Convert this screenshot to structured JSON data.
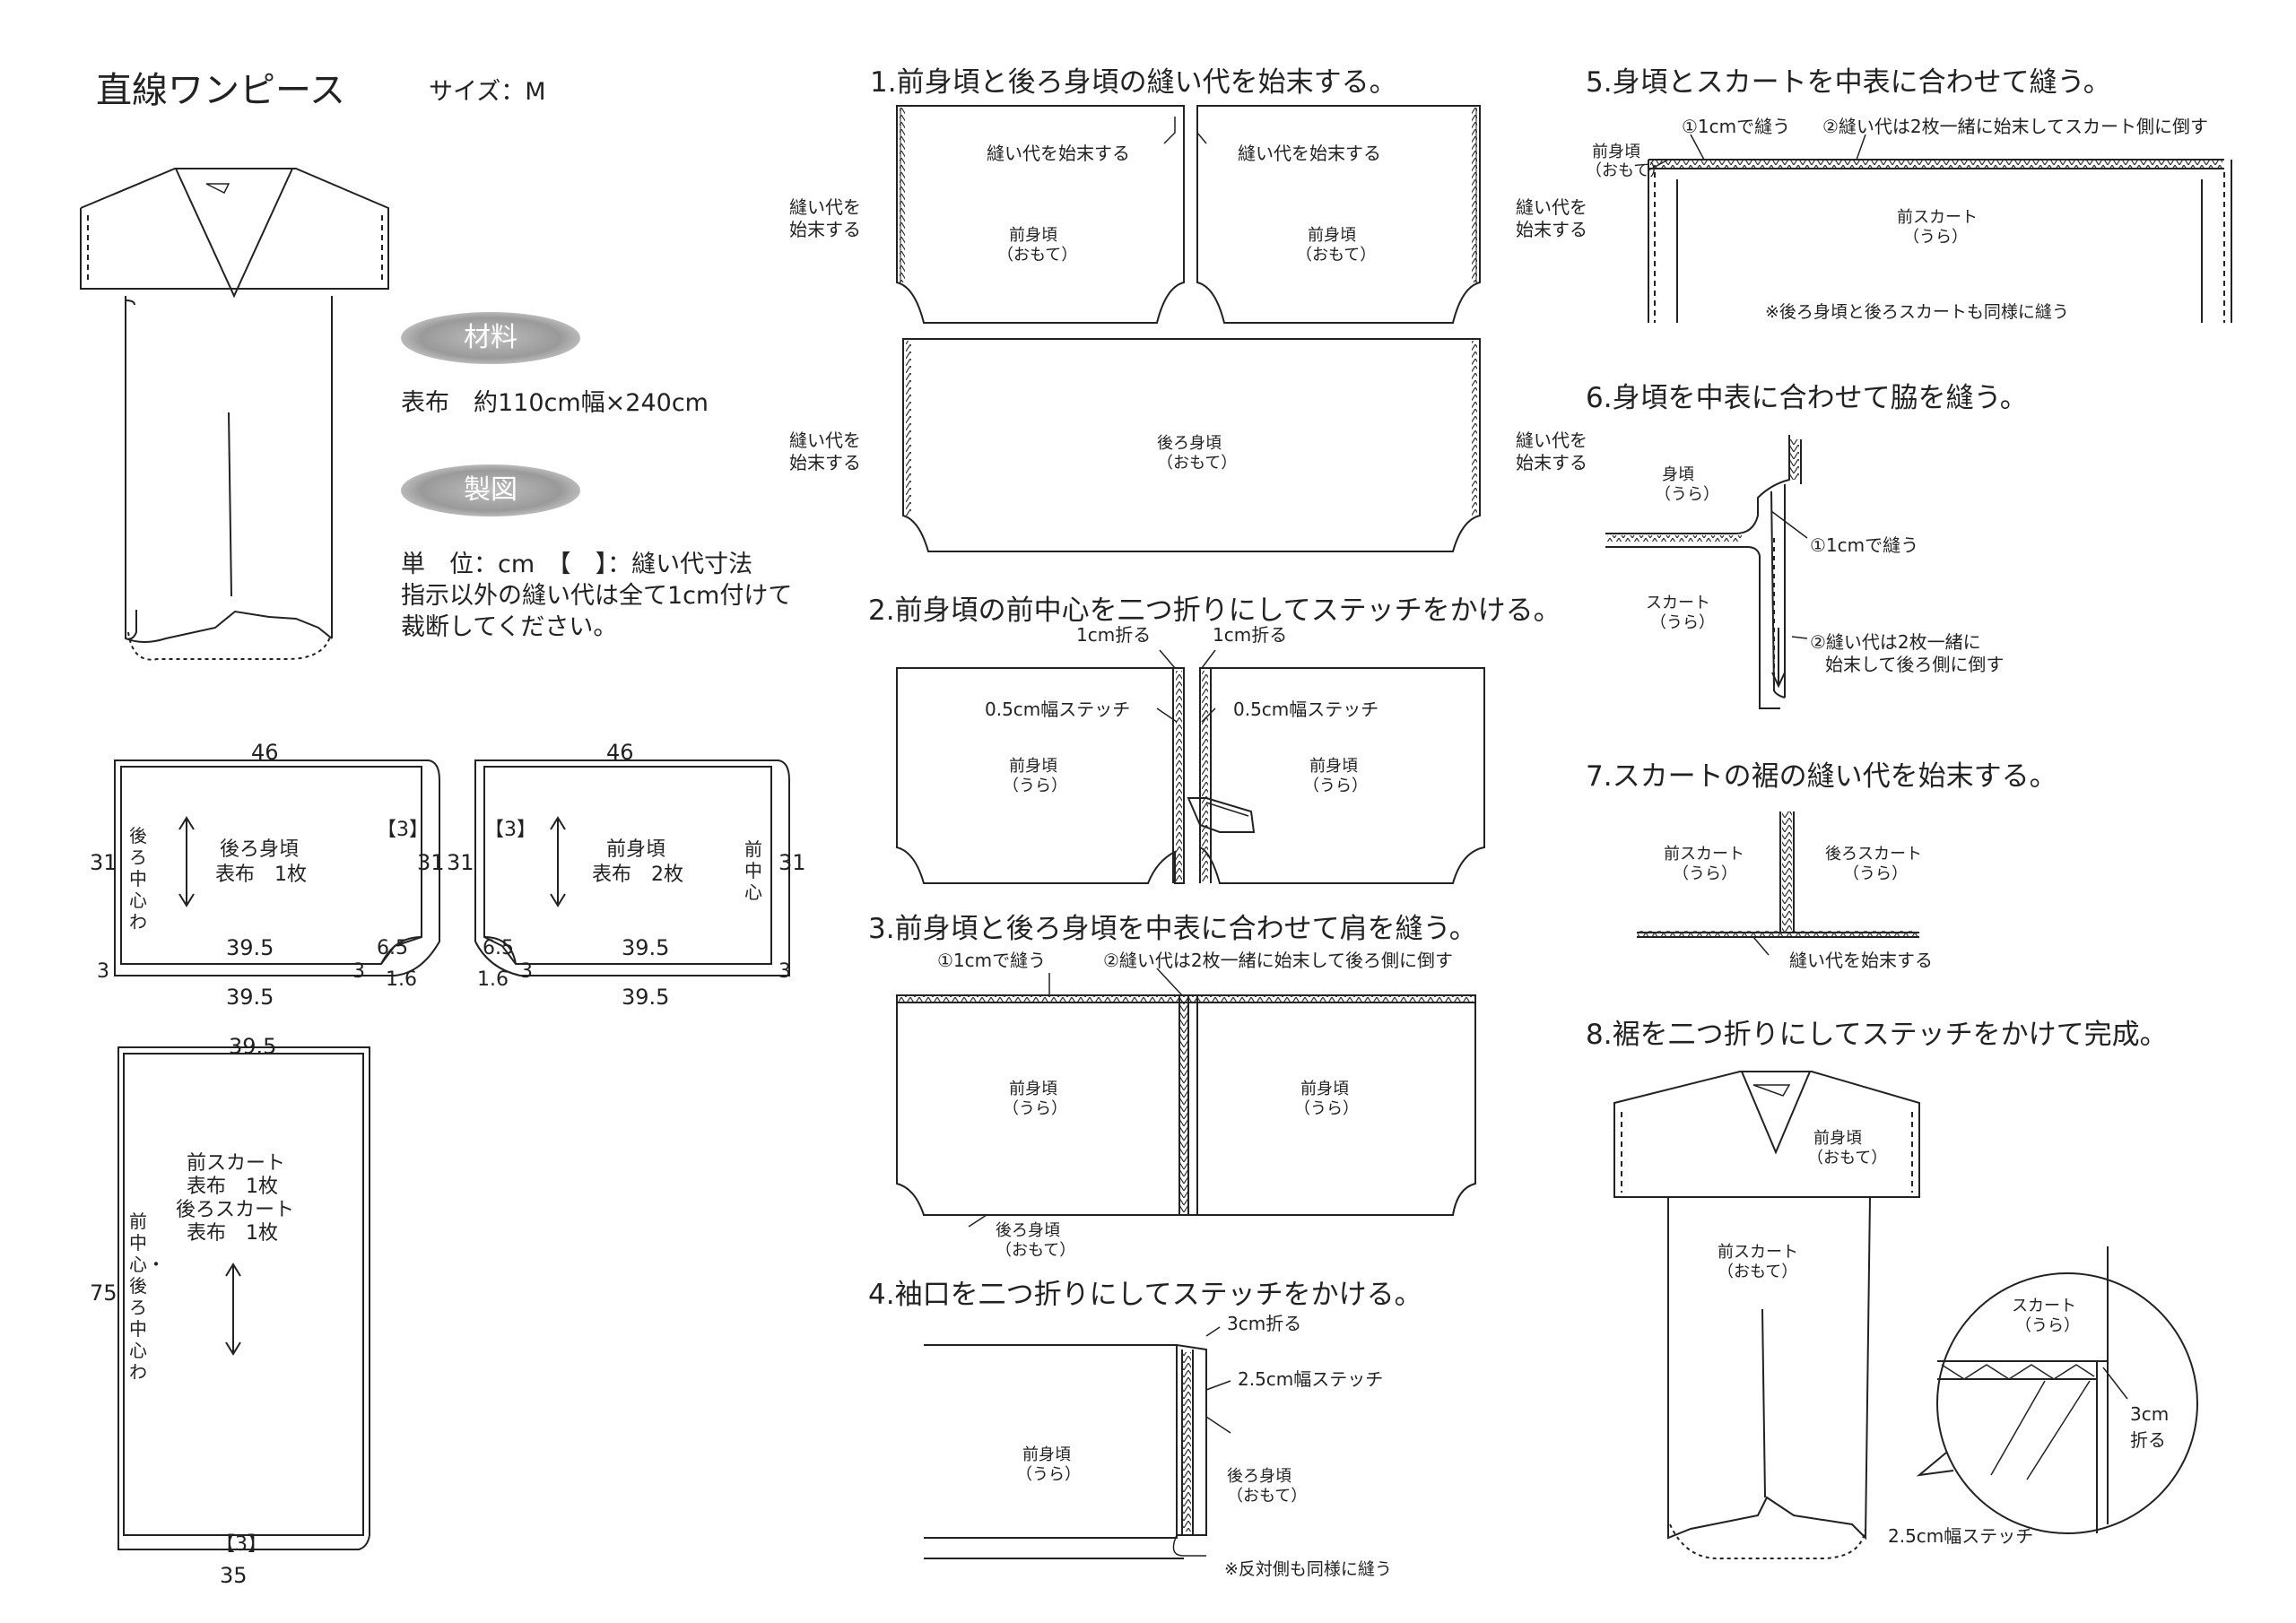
{
  "document": {
    "title": "直線ワンピース",
    "size": "サイズ：M",
    "badges": {
      "material": "材料",
      "drafting": "製図"
    },
    "material_text": "表布　約110cm幅×240cm",
    "unit_lines": [
      "単　位：cm　【　】：縫い代寸法",
      "指示以外の縫い代は全て1cm付けて",
      "裁断してください。"
    ]
  },
  "patterns": {
    "back_bodice": {
      "width": "46",
      "height": "31",
      "hem_outer": "39.5",
      "hem_inner": "39.5",
      "sleeve": "6.5",
      "seam": "3",
      "seam2": "3",
      "small": "1.6",
      "allowance": "【3】",
      "center_text": "後ろ中心　わ",
      "name": "後ろ身頃",
      "qty": "表布　1枚",
      "right_h": "31"
    },
    "front_bodice": {
      "width": "46",
      "height": "31",
      "hem_outer": "39.5",
      "hem_inner": "39.5",
      "sleeve": "6.5",
      "seam": "3",
      "seam2": "3",
      "small": "1.6",
      "allowance": "【3】",
      "center_text": "前中心",
      "name": "前身頃",
      "qty": "表布　2枚",
      "left_h": "31"
    },
    "skirt": {
      "top": "39.5",
      "height": "75",
      "bottom": "35",
      "allowance": "【3】",
      "center_text": "前中心・後ろ中心　わ",
      "lines": [
        "前スカート",
        "表布　1枚",
        "後ろスカート",
        "表布　1枚"
      ]
    }
  },
  "steps": {
    "s1": {
      "heading": "1.前身頃と後ろ身頃の縫い代を始末する。",
      "note_finish": "縫い代を始末する",
      "side_note": [
        "縫い代を",
        "始末する"
      ],
      "front": "前身頃",
      "omote": "（おもて）",
      "back": "後ろ身頃"
    },
    "s2": {
      "heading": "2.前身頃の前中心を二つ折りにしてステッチをかける。",
      "fold": "1cm折る",
      "stitch": "0.5cm幅ステッチ",
      "front": "前身頃",
      "ura": "（うら）"
    },
    "s3": {
      "heading": "3.前身頃と後ろ身頃を中表に合わせて肩を縫う。",
      "sew1": "①1cmで縫う",
      "sew2": "②縫い代は2枚一緒に始末して後ろ側に倒す",
      "front": "前身頃",
      "ura": "（うら）",
      "back": "後ろ身頃",
      "omote": "（おもて）"
    },
    "s4": {
      "heading": "4.袖口を二つ折りにしてステッチをかける。",
      "fold": "3cm折る",
      "stitch": "2.5cm幅ステッチ",
      "front": "前身頃",
      "ura": "（うら）",
      "back": "後ろ身頃",
      "omote": "（おもて）",
      "note": "※反対側も同様に縫う"
    },
    "s5": {
      "heading": "5.身頃とスカートを中表に合わせて縫う。",
      "sew1": "①1cmで縫う",
      "sew2": "②縫い代は2枚一緒に始末してスカート側に倒す",
      "bodice": "前身頃",
      "omote": "（おもて）",
      "skirt": "前スカート",
      "ura": "（うら）",
      "note": "※後ろ身頃と後ろスカートも同様に縫う"
    },
    "s6": {
      "heading": "6.身頃を中表に合わせて脇を縫う。",
      "bodice": "身頃",
      "ura": "（うら）",
      "skirt": "スカート",
      "sew1": "①1cmで縫う",
      "sew2a": "②縫い代は2枚一緒に",
      "sew2b": "始末して後ろ側に倒す"
    },
    "s7": {
      "heading": "7.スカートの裾の縫い代を始末する。",
      "front_skirt": "前スカート",
      "back_skirt": "後ろスカート",
      "ura": "（うら）",
      "note": "縫い代を始末する"
    },
    "s8": {
      "heading": "8.裾を二つ折りにしてステッチをかけて完成。",
      "front": "前身頃",
      "omote": "（おもて）",
      "skirt_front": "前スカート",
      "skirt": "スカート",
      "ura": "（うら）",
      "fold": [
        "3cm",
        "折る"
      ],
      "stitch": "2.5cm幅ステッチ"
    }
  }
}
